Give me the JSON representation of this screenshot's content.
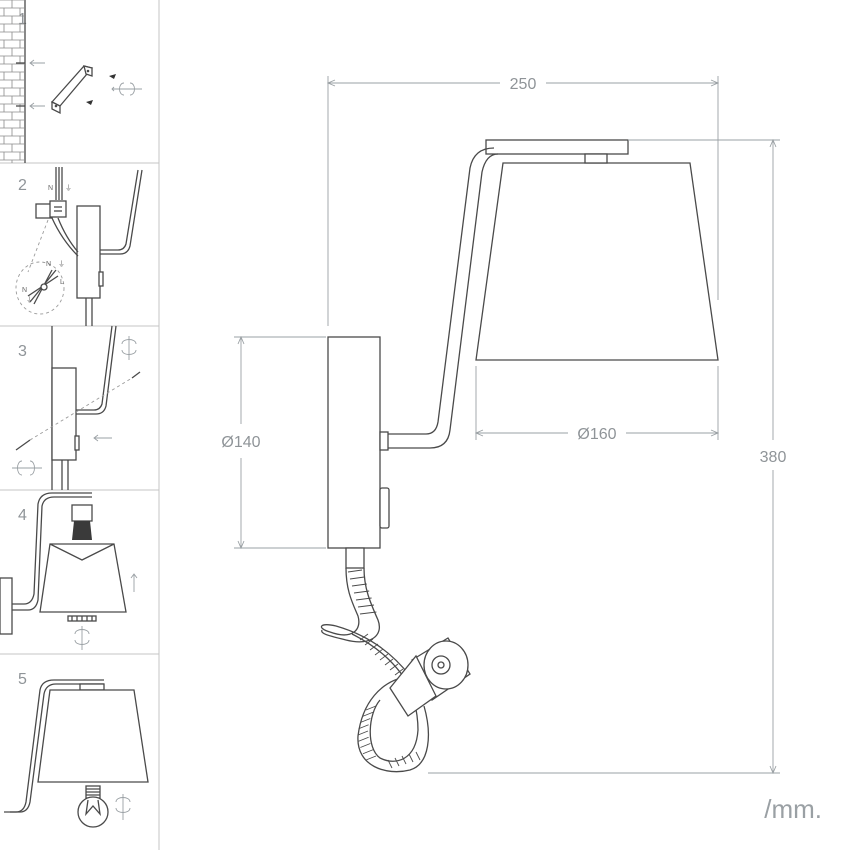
{
  "steps": [
    {
      "number": "1"
    },
    {
      "number": "2"
    },
    {
      "number": "3"
    },
    {
      "number": "4"
    },
    {
      "number": "5"
    }
  ],
  "wiring_labels": {
    "neutral": "N",
    "earth": "⏚",
    "live": "L"
  },
  "dimensions": {
    "width_total": "250",
    "height_total": "380",
    "base_diameter": "Ø140",
    "shade_diameter": "Ø160"
  },
  "unit": "/mm.",
  "icons": [
    "rotate-icon",
    "arrow-left-icon",
    "arrow-up-icon",
    "bulb-icon",
    "wall-icon",
    "bracket-icon",
    "lamp-icon"
  ],
  "colors": {
    "line": "#4a4a4a",
    "dimension": "#9aa0a4",
    "separator": "#c4c4c4"
  }
}
